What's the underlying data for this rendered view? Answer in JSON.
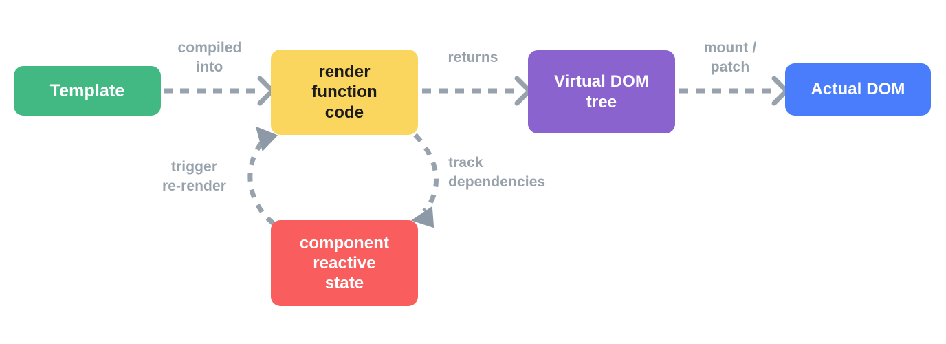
{
  "diagram": {
    "title": "Vue render pipeline diagram",
    "background": "#ffffff",
    "arrow_color": "#98a2ad",
    "label_color": "#98a2ad",
    "nodes": [
      {
        "id": "template",
        "label": "Template",
        "color": "#42b883",
        "text_color": "#ffffff"
      },
      {
        "id": "render",
        "label": "render\nfunction\ncode",
        "color": "#fbd65f",
        "text_color": "#1b1b1b"
      },
      {
        "id": "vdom",
        "label": "Virtual DOM\ntree",
        "color": "#8a63cf",
        "text_color": "#ffffff"
      },
      {
        "id": "actual",
        "label": "Actual DOM",
        "color": "#4a7dfc",
        "text_color": "#ffffff"
      },
      {
        "id": "state",
        "label": "component\nreactive\nstate",
        "color": "#fa5d5d",
        "text_color": "#ffffff"
      }
    ],
    "edges": [
      {
        "id": "compiled",
        "label": "compiled\ninto",
        "from": "template",
        "to": "render",
        "style": "dashed-straight"
      },
      {
        "id": "returns",
        "label": "returns",
        "from": "render",
        "to": "vdom",
        "style": "dashed-straight"
      },
      {
        "id": "mount",
        "label": "mount /\npatch",
        "from": "vdom",
        "to": "actual",
        "style": "dashed-straight"
      },
      {
        "id": "track",
        "label": "track\ndependencies",
        "from": "render",
        "to": "state",
        "style": "dashed-curve"
      },
      {
        "id": "trigger",
        "label": "trigger\nre-render",
        "from": "state",
        "to": "render",
        "style": "dashed-curve"
      }
    ]
  }
}
